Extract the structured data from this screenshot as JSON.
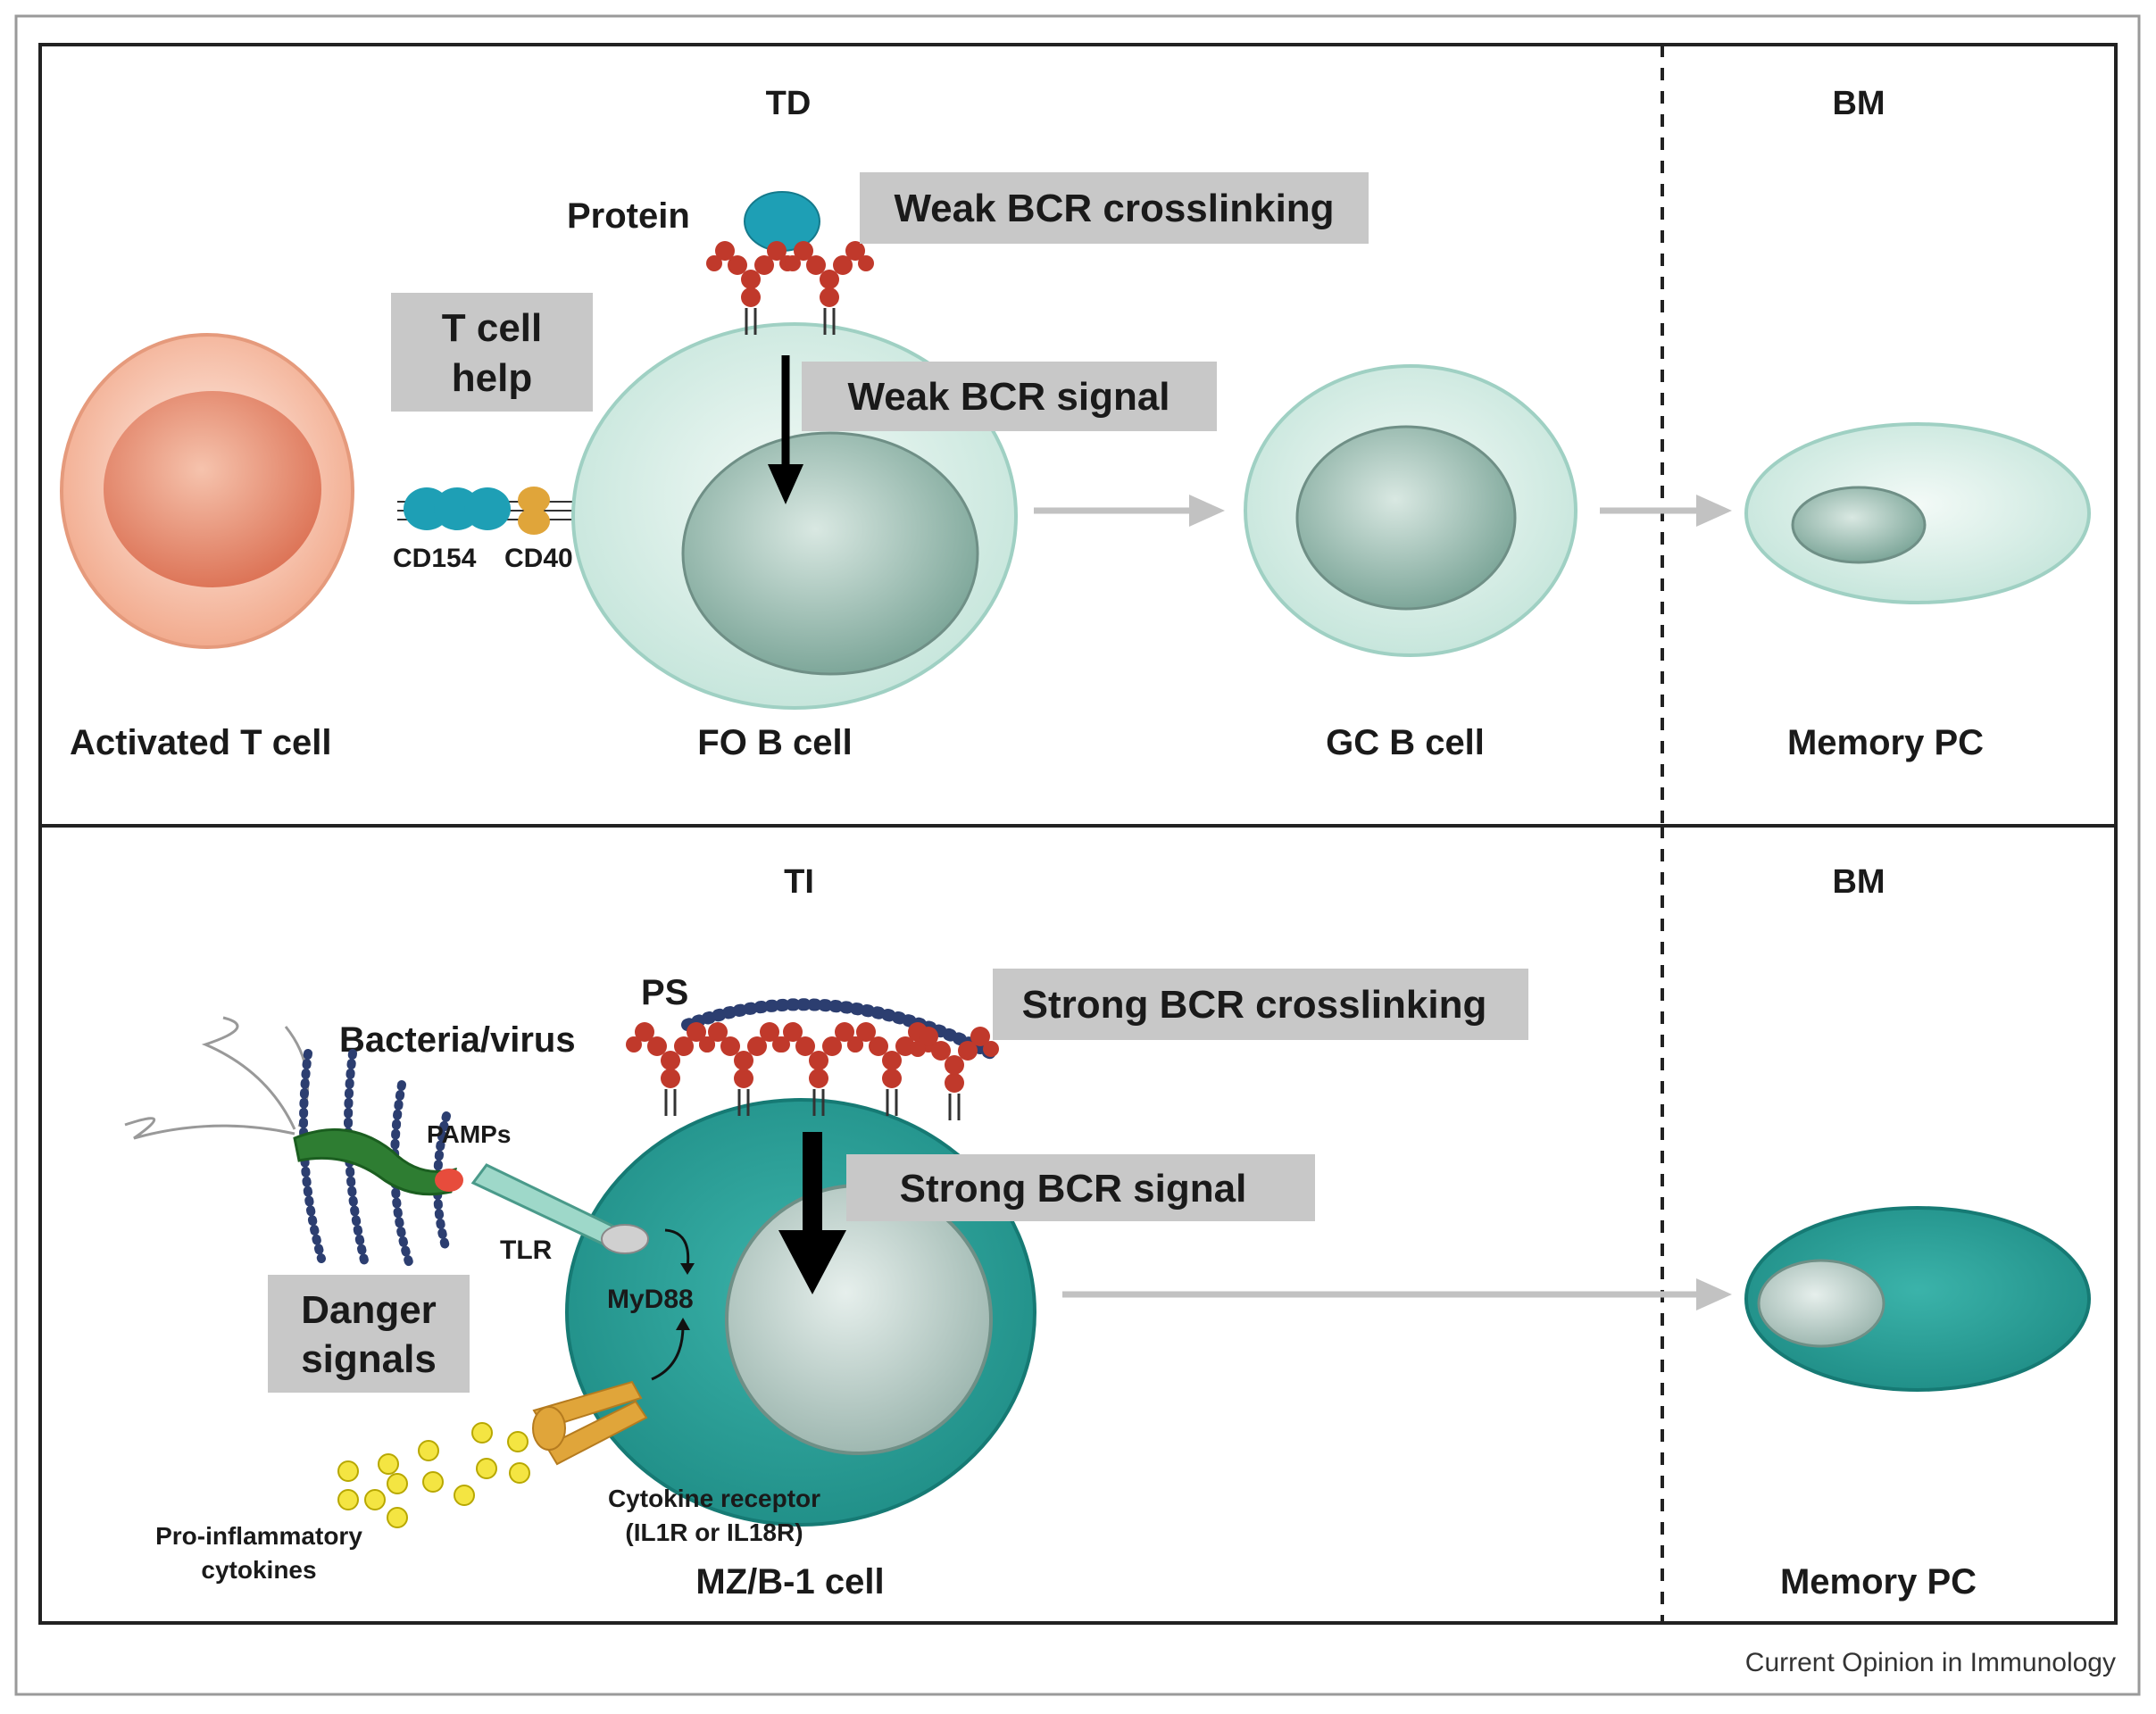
{
  "panels": {
    "top": {
      "title": "TD",
      "bm_label": "BM",
      "cells": {
        "t_cell": "Activated T cell",
        "fo_b_cell": "FO B cell",
        "gc_b_cell": "GC B cell",
        "memory_pc": "Memory PC"
      },
      "labels": {
        "protein": "Protein",
        "cd154": "CD154",
        "cd40": "CD40"
      },
      "boxes": {
        "t_cell_help_line1": "T cell",
        "t_cell_help_line2": "help",
        "weak_crosslinking": "Weak BCR crosslinking",
        "weak_signal": "Weak BCR signal"
      }
    },
    "bottom": {
      "title": "TI",
      "bm_label": "BM",
      "cells": {
        "mz_b1_cell": "MZ/B-1 cell",
        "memory_pc": "Memory PC"
      },
      "labels": {
        "ps": "PS",
        "bacteria_virus": "Bacteria/virus",
        "pamps": "PAMPs",
        "tlr": "TLR",
        "myd88": "MyD88",
        "pro_inflammatory_line1": "Pro-inflammatory",
        "pro_inflammatory_line2": "cytokines",
        "cytokine_receptor_line1": "Cytokine receptor",
        "cytokine_receptor_line2": "(IL1R or IL18R)"
      },
      "boxes": {
        "strong_crosslinking": "Strong BCR crosslinking",
        "strong_signal": "Strong BCR signal",
        "danger_line1": "Danger",
        "danger_line2": "signals"
      }
    }
  },
  "credit": "Current Opinion in Immunology",
  "colors": {
    "t_cell": "#f2b49a",
    "t_cell_nucleus": "#e37f62",
    "b_cell_light": "#d5ece4",
    "nucleus_grey": "#9bb8ad",
    "mz_cell": "#2a9d95",
    "antibody": "#c0392b",
    "protein": "#1e9fb5",
    "box_grey": "#c8c8c8",
    "arrow_grey": "#c2c2c2"
  }
}
